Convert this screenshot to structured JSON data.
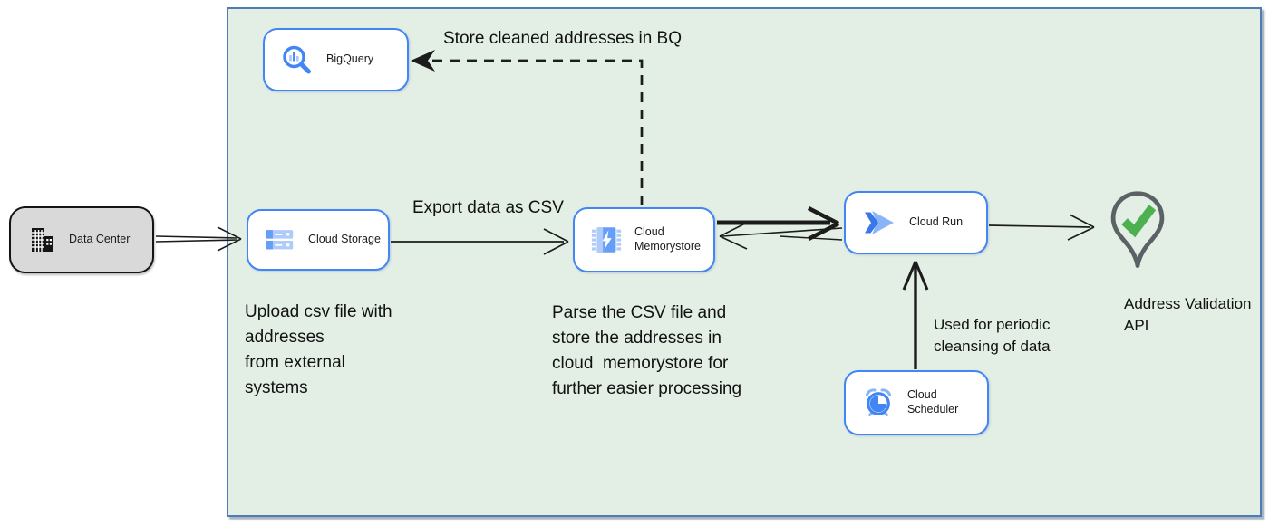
{
  "nodes": {
    "data_center": {
      "label": "Data Center"
    },
    "bigquery": {
      "label": "BigQuery"
    },
    "cloud_storage": {
      "label": "Cloud Storage"
    },
    "cloud_memorystore": {
      "label": "Cloud\nMemorystore"
    },
    "cloud_run": {
      "label": "Cloud Run"
    },
    "cloud_scheduler": {
      "label": "Cloud Scheduler"
    },
    "address_validation_api": {
      "label": "Address Validation\nAPI"
    }
  },
  "edge_labels": {
    "store_cleaned": "Store cleaned addresses in BQ",
    "export_csv": "Export data as CSV",
    "periodic_cleansing": "Used for periodic\ncleansing of data"
  },
  "annotations": {
    "upload_note": "Upload csv file with\naddresses\nfrom external\nsystems",
    "parse_note": "Parse the CSV file and\nstore the addresses in\ncloud  memorystore for\nfurther easier processing"
  },
  "icons": {
    "data_center": "building-icon",
    "bigquery": "magnifier-chart-icon",
    "cloud_storage": "storage-bars-icon",
    "cloud_memorystore": "memory-chip-bolt-icon",
    "cloud_run": "run-chevrons-icon",
    "cloud_scheduler": "alarm-clock-icon",
    "address_validation_api": "location-pin-check-icon"
  },
  "colors": {
    "boundary_fill": "#e3efe5",
    "boundary_border": "#4e7cb5",
    "node_border_blue": "#4285f4",
    "data_center_fill": "#d9d9d9",
    "arrow_black": "#1c1c1c",
    "icon_blue": "#4285f4",
    "icon_light_blue": "#8ab4f8",
    "pin_gray": "#5b6164",
    "check_green": "#4caf50"
  }
}
